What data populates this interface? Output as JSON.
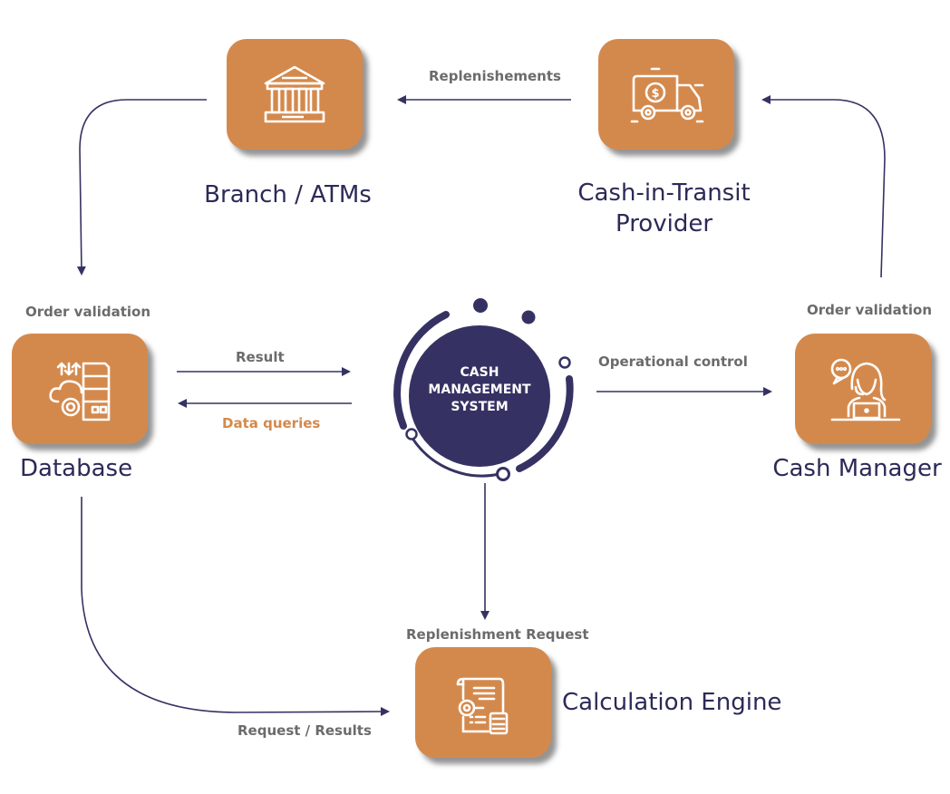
{
  "colors": {
    "node_fill": "#d4894c",
    "hub_fill": "#353263",
    "line": "#353263",
    "title_text": "#2c2a57",
    "edge_label": "#6b6b6b",
    "accent_label": "#d4894c"
  },
  "hub": {
    "lines": [
      "CASH",
      "MANAGEMENT",
      "SYSTEM"
    ]
  },
  "nodes": {
    "branch": {
      "label": "Branch / ATMs",
      "icon": "bank-building-icon"
    },
    "cit": {
      "label_lines": [
        "Cash-in-Transit",
        "Provider"
      ],
      "icon": "cash-truck-icon"
    },
    "database": {
      "label": "Database",
      "top_label": "Order validation",
      "icon": "database-cloud-icon"
    },
    "cash_manager": {
      "label": "Cash Manager",
      "top_label": "Order validation",
      "icon": "operator-laptop-icon"
    },
    "calc_engine": {
      "label": "Calculation Engine",
      "top_label": "Replenishment Request",
      "icon": "document-calculator-icon"
    }
  },
  "edges": {
    "replenishments": "Replenishements",
    "result": "Result",
    "data_queries": "Data queries",
    "operational_control": "Operational control",
    "request_results": "Request / Results"
  }
}
